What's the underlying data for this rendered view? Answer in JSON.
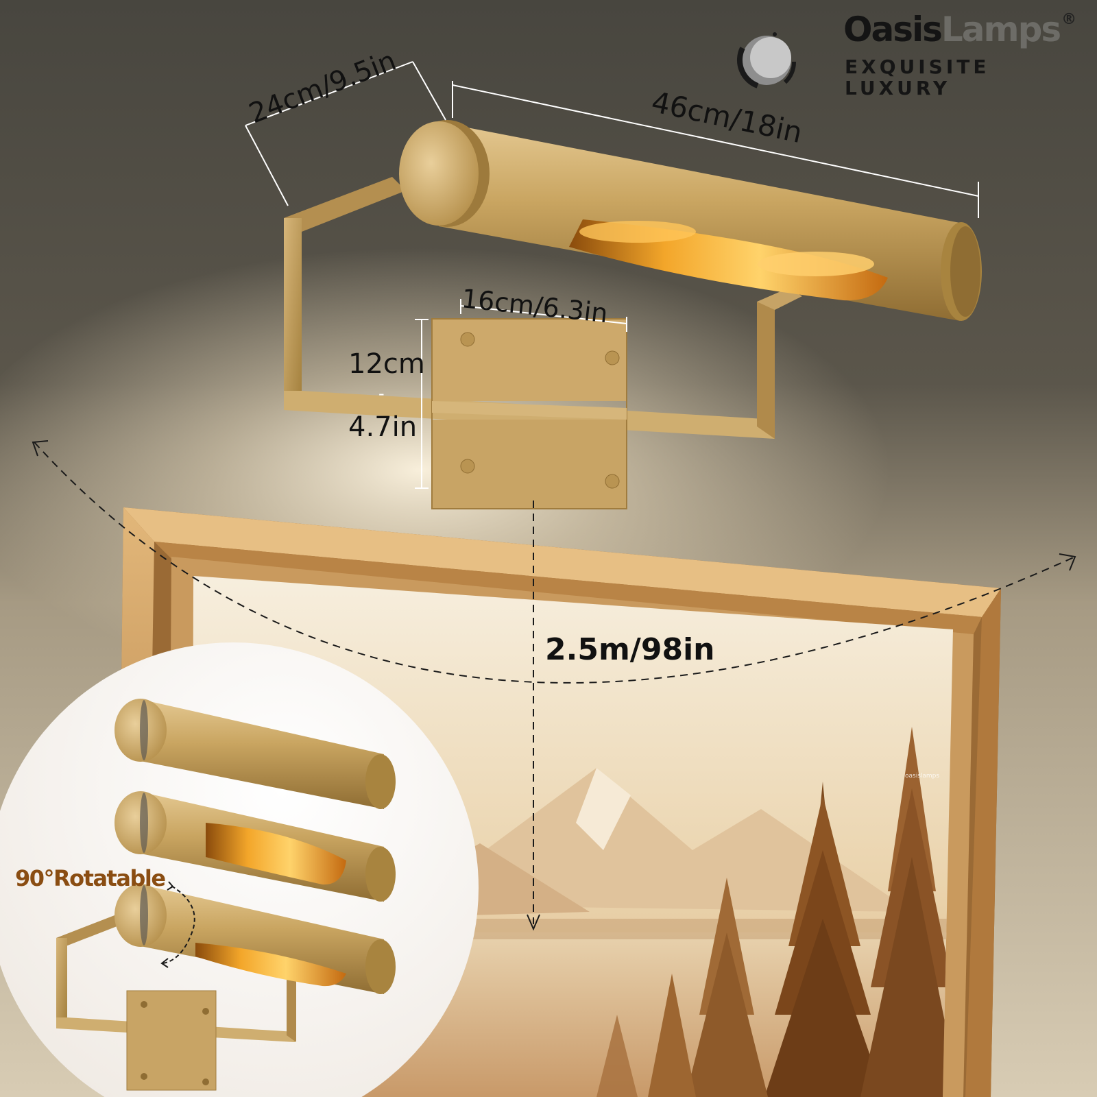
{
  "brand": {
    "name_part1": "Oasis",
    "name_part2": "Lamps",
    "registered": "®",
    "tagline_line1": "EXQUISITE",
    "tagline_line2": "LUXURY"
  },
  "dimensions": {
    "depth": "24cm/9.5in",
    "length": "46cm/18in",
    "backplate_width": "16cm/6.3in",
    "backplate_height_cm": "12cm",
    "backplate_height_sep": "-",
    "backplate_height_in": "4.7in",
    "beam_span": "2.5m/98in"
  },
  "inset": {
    "rotation_label": "90°Rotatable"
  },
  "watermark": "oasislamps",
  "colors": {
    "brass": "#c9a45f",
    "brass_dark": "#8f6d33",
    "wall_top": "#4a4840",
    "frame_wood": "#c28f4e",
    "rotation_label": "#8a4d12"
  }
}
